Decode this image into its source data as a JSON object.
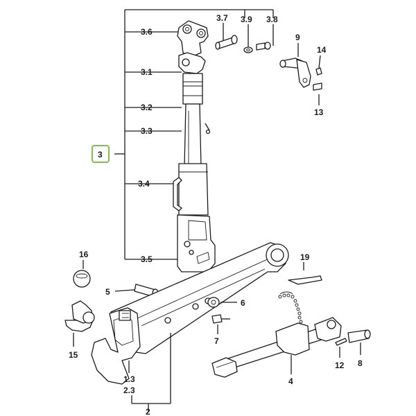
{
  "diagram": {
    "selected_label": "3",
    "highlight_color": "#7ec24a",
    "labels": {
      "l_3_6": "3.6",
      "l_3_1": "3.1",
      "l_3_2": "3.2",
      "l_3_3": "3.3",
      "l_3": "3",
      "l_3_4": "3.4",
      "l_3_5": "3.5",
      "l_3_7": "3.7",
      "l_3_9": "3.9",
      "l_3_8": "3.8",
      "l_9": "9",
      "l_14": "14",
      "l_13": "13",
      "l_16": "16",
      "l_5": "5",
      "l_6": "6",
      "l_19": "19",
      "l_7": "7",
      "l_15": "15",
      "l_1_3": "1.3",
      "l_2_3": "2.3",
      "l_2": "2",
      "l_4": "4",
      "l_12": "12",
      "l_8": "8"
    }
  }
}
